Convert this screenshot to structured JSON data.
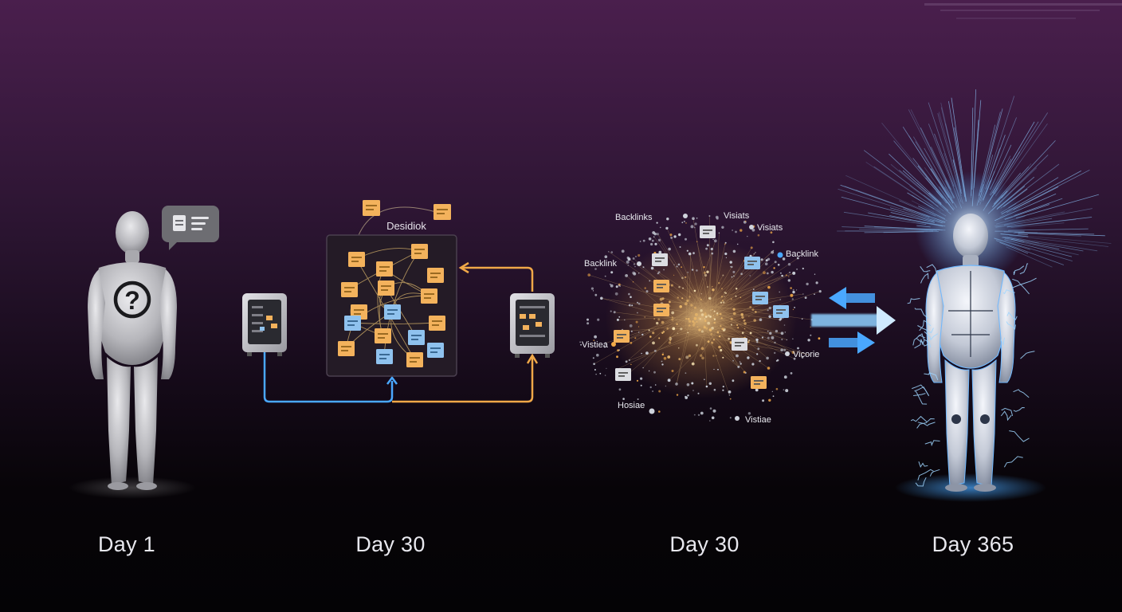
{
  "stages": [
    {
      "label": "Day 1"
    },
    {
      "label": "Day 30"
    },
    {
      "label": "Day 30"
    },
    {
      "label": "Day 365"
    }
  ],
  "board_title": "Desidiok",
  "graph_labels": {
    "backlinks": "Backlinks",
    "visiats": "Visiats",
    "backlink_left": "Backlink",
    "backlink_right": "Backlink",
    "vistiea": "Vistiea",
    "vicorie": "Vicorie",
    "hosiae": "Hosiae",
    "vistiae": "Vistiae"
  },
  "colors": {
    "accent_blue": "#4aa8ff",
    "accent_orange": "#f0a848",
    "note_orange": "#f3b25c",
    "note_blue": "#8fc2ee"
  },
  "icons": [
    "question-mark-icon",
    "document-icon",
    "server-icon",
    "arrow-left-icon",
    "arrow-right-icon"
  ]
}
